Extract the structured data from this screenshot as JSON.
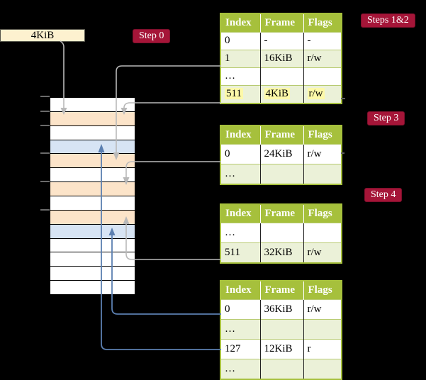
{
  "title": "Multi-level page table walk diagram",
  "labels": {
    "page_size": "4KiB"
  },
  "badges": {
    "step0": "Step 0",
    "steps12": "Steps 1&2",
    "step3": "Step 3",
    "step4": "Step 4"
  },
  "colors": {
    "background": "#000000",
    "badge_bg": "#a51538",
    "table_header_bg": "#a6c03c",
    "row_alt_green": "#ebf1d8",
    "frame_peach": "#fce4c9",
    "frame_blue": "#d7e4f4",
    "highlight_yellow": "#fdf9a9",
    "arrow_gray": "#b9b9b9",
    "arrow_blue": "#5b7fb0",
    "label_box_bg": "#fdf1cf"
  },
  "memory": {
    "tick_count": 6,
    "rows": [
      {
        "cls": "mrow w"
      },
      {
        "cls": "mrow p"
      },
      {
        "cls": "mrow w"
      },
      {
        "cls": "mrow b"
      },
      {
        "cls": "mrow p"
      },
      {
        "cls": "mrow w"
      },
      {
        "cls": "mrow p"
      },
      {
        "cls": "mrow w"
      },
      {
        "cls": "mrow p"
      },
      {
        "cls": "mrow b"
      },
      {
        "cls": "mrow w"
      },
      {
        "cls": "mrow w"
      },
      {
        "cls": "mrow w"
      },
      {
        "cls": "mrow w"
      }
    ]
  },
  "tables": [
    {
      "headers": [
        "Index",
        "Frame",
        "Flags"
      ],
      "rows": [
        {
          "cells": [
            "0",
            "-",
            "-"
          ]
        },
        {
          "cells": [
            "1",
            "16KiB",
            "r/w"
          ]
        },
        {
          "cells": [
            "…",
            "",
            ""
          ]
        },
        {
          "cells": [
            "511",
            "4KiB",
            "r/w"
          ],
          "highlight": true
        }
      ]
    },
    {
      "headers": [
        "Index",
        "Frame",
        "Flags"
      ],
      "rows": [
        {
          "cells": [
            "0",
            "24KiB",
            "r/w"
          ]
        },
        {
          "cells": [
            "…",
            "",
            ""
          ]
        }
      ]
    },
    {
      "headers": [
        "Index",
        "Frame",
        "Flags"
      ],
      "rows": [
        {
          "cells": [
            "…",
            "",
            ""
          ]
        },
        {
          "cells": [
            "511",
            "32KiB",
            "r/w"
          ]
        }
      ]
    },
    {
      "headers": [
        "Index",
        "Frame",
        "Flags"
      ],
      "rows": [
        {
          "cells": [
            "0",
            "36KiB",
            "r/w"
          ]
        },
        {
          "cells": [
            "…",
            "",
            ""
          ]
        },
        {
          "cells": [
            "127",
            "12KiB",
            "r"
          ]
        },
        {
          "cells": [
            "…",
            "",
            ""
          ]
        }
      ]
    }
  ]
}
